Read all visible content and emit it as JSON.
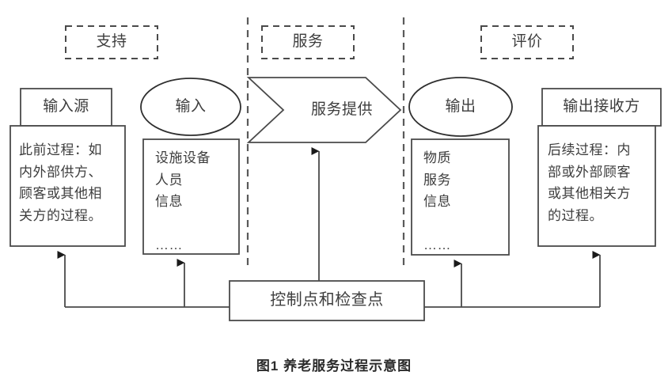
{
  "figure": {
    "caption": "图1  养老服务过程示意图",
    "stroke_color": "#4a4a4a",
    "dashed_color": "#5a5a5a",
    "text_color": "#3d3d3d",
    "background": "#ffffff"
  },
  "phases": [
    {
      "id": "support",
      "label": "支持"
    },
    {
      "id": "service",
      "label": "服务"
    },
    {
      "id": "evaluation",
      "label": "评价"
    }
  ],
  "nodes": {
    "input_source": {
      "title": "输入源",
      "body": "此前过程：如\n内外部供方、\n顾客或其他相\n关方的过程。"
    },
    "input": {
      "title": "输入",
      "body": "设施设备\n人员\n信息\n\n……"
    },
    "service_delivery": {
      "title": "服务提供"
    },
    "output": {
      "title": "输出",
      "body": "物质\n服务\n信息\n\n……"
    },
    "output_receiver": {
      "title": "输出接收方",
      "body": "后续过程：内\n部或外部顾客\n或其他相关方\n的过程。"
    },
    "control": {
      "title": "控制点和检查点"
    }
  }
}
